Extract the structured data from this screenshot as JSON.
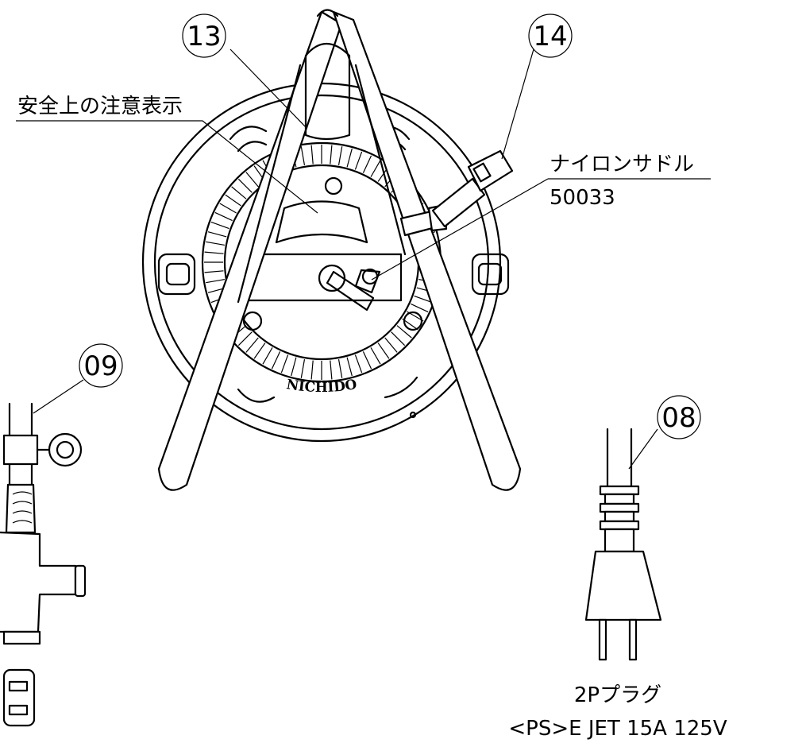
{
  "callouts": {
    "c13": "13",
    "c14": "14",
    "c09": "09",
    "c08": "08"
  },
  "labels": {
    "safety_label": "安全上の注意表示",
    "nylon_saddle_name": "ナイロンサドル",
    "nylon_saddle_code": "50033",
    "plug_name": "2Pプラグ",
    "plug_spec": "<PS>E JET 15A 125V"
  },
  "reel_brand": "NICHIDO",
  "icons": {
    "reel": "cord-reel-icon",
    "plug": "2p-plug-icon",
    "tap": "outlet-tap-icon"
  }
}
